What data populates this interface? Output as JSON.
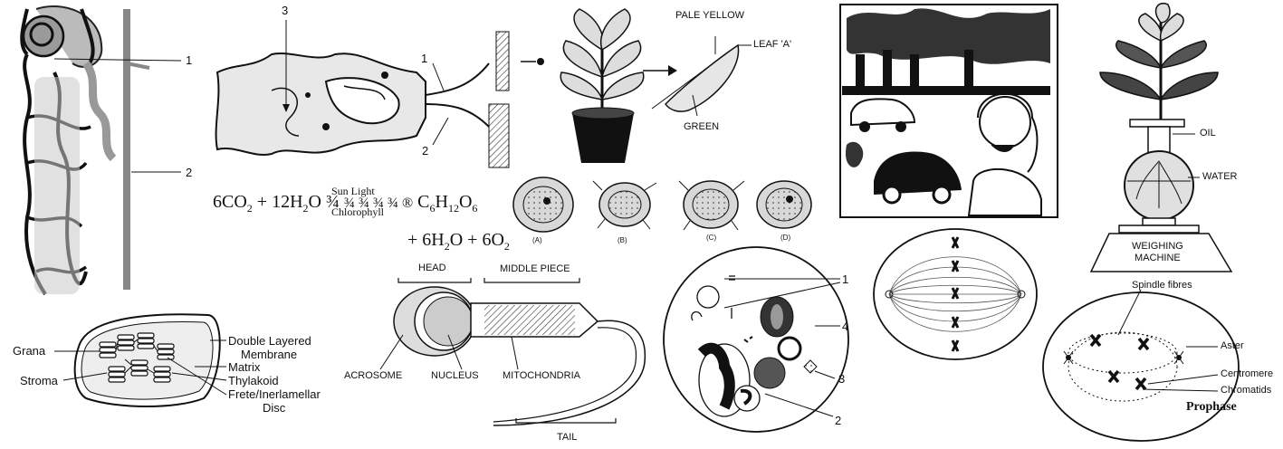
{
  "nephron": {
    "labels": [
      "1",
      "2"
    ]
  },
  "neuron": {
    "labels": [
      "3",
      "1",
      "2"
    ]
  },
  "leaf_experiment": {
    "pale_yellow": "PALE YELLOW",
    "leaf_a": "LEAF 'A'",
    "green": "GREEN"
  },
  "osmosis": {
    "oil": "OIL",
    "water": "WATER",
    "machine": "WEIGHING\nMACHINE"
  },
  "equation": {
    "left": "6CO",
    "left_sub": "2",
    "mid": " + 12H",
    "mid_sub": "2",
    "mid2": "O ¾ ",
    "arrow_text": "¾ ¾ ¾ ¾ ®",
    "sun": "Sun Light",
    "chloro": "Chlorophyll",
    "right": " C",
    "right_sub1": "6",
    "right2": "H",
    "right_sub2": "12",
    "right3": "O",
    "right_sub3": "6",
    "line2a": "+ 6H",
    "line2_sub1": "2",
    "line2b": "O + 6O",
    "line2_sub2": "2"
  },
  "cells": [
    "(A)",
    "(B)",
    "(C)",
    "(D)"
  ],
  "chloroplast": {
    "grana": "Grana",
    "stroma": "Stroma",
    "double": "Double Layered",
    "membrane": "Membrane",
    "matrix": "Matrix",
    "thylakoid": "Thylakoid",
    "frete": "Frete/Inerlamellar",
    "disc": "Disc"
  },
  "sperm": {
    "head": "HEAD",
    "middle": "MIDDLE PIECE",
    "acrosome": "ACROSOME",
    "nucleus": "NUCLEUS",
    "mito": "MITOCHONDRIA",
    "tail": "TAIL"
  },
  "blood": {
    "labels": [
      "1",
      "4",
      "3",
      "2"
    ]
  },
  "prophase": {
    "spindle": "Spindle fibres",
    "aster": "Aster",
    "centromere": "Centromere",
    "chromatids": "Chromatids",
    "caption": "Prophase"
  }
}
